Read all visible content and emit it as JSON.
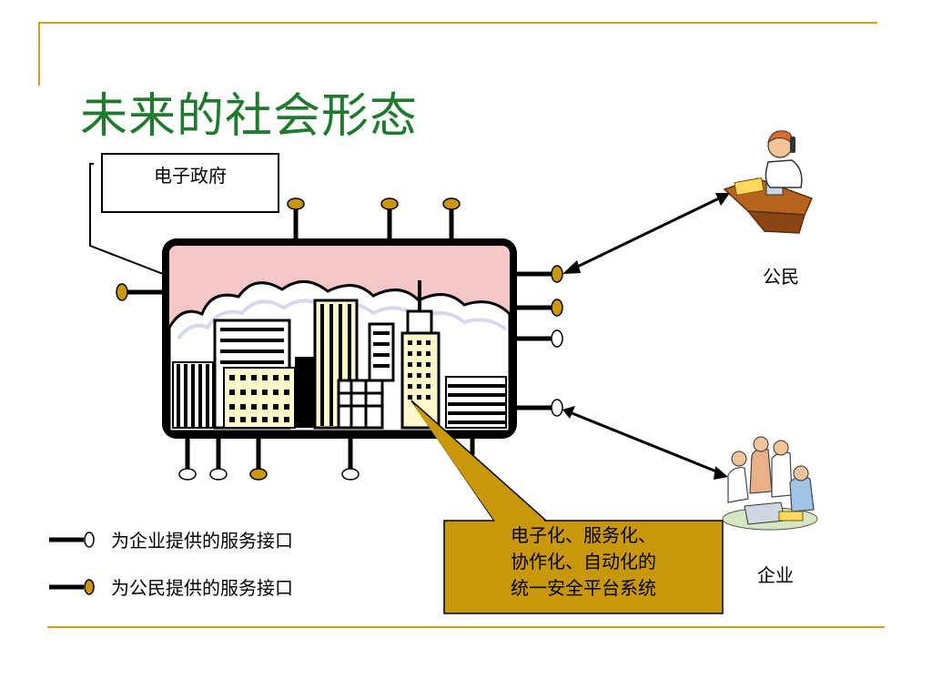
{
  "title": "未来的社会形态",
  "egov_label": "电子政府",
  "citizen_label": "公民",
  "enterprise_label": "企业",
  "callout": {
    "line1": "电子化、服务化、",
    "line2": "协作化、自动化的",
    "line3": "统一安全平台系统"
  },
  "legend": {
    "enterprise_interface": "为企业提供的服务接口",
    "citizen_interface": "为公民提供的服务接口"
  },
  "colors": {
    "accent_rule": "#d4a017",
    "title_green": "#1f7a2e",
    "citizen_port": "#c8980a",
    "enterprise_port": "#ffffff",
    "callout_fill": "#c8980a",
    "sky_pink": "#f7c6c6"
  }
}
